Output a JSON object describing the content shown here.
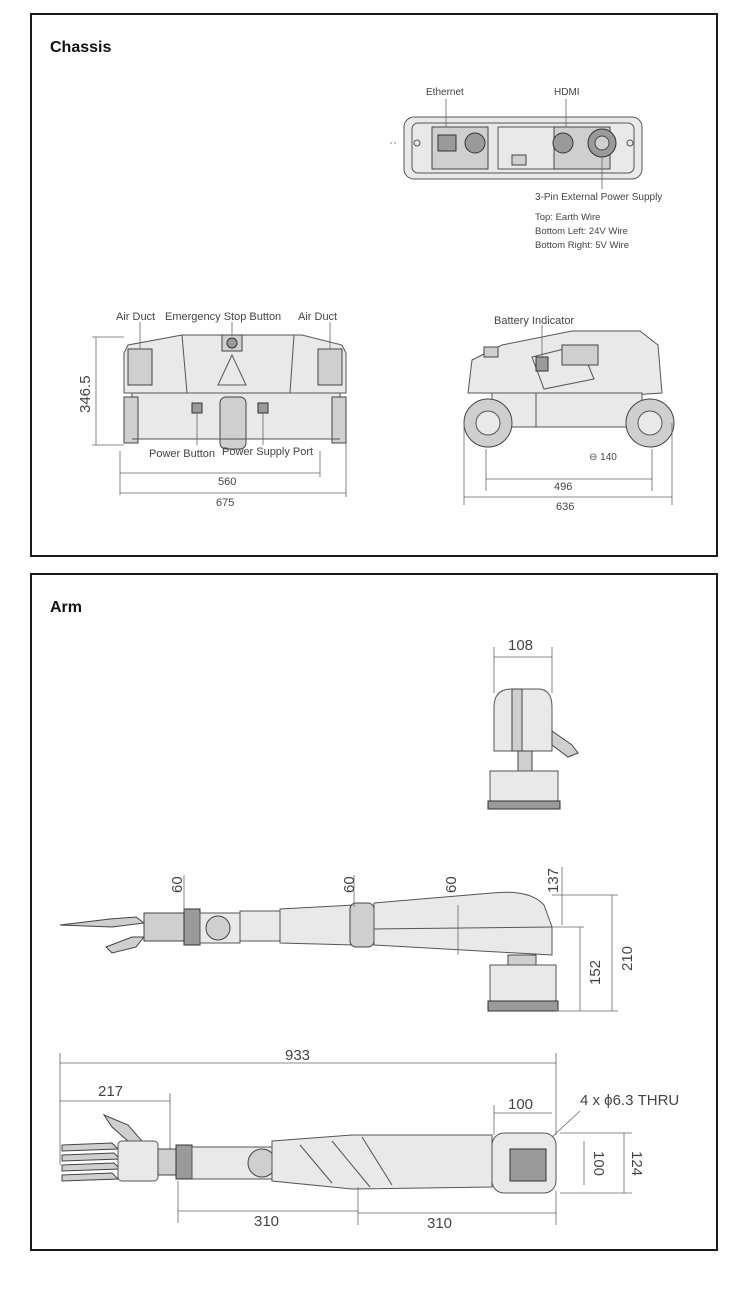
{
  "chassis": {
    "title": "Chassis",
    "rear_labels": {
      "ethernet": "Ethernet",
      "hdmi": "HDMI",
      "power_supply": "3-Pin External Power Supply",
      "wire_top": "Top: Earth Wire",
      "wire_bottom_left": "Bottom Left: 24V Wire",
      "wire_bottom_right": "Bottom Right: 5V Wire"
    },
    "front_labels": {
      "air_duct_left": "Air Duct",
      "emergency_stop": "Emergency Stop Button",
      "air_duct_right": "Air Duct",
      "power_button": "Power Button",
      "power_supply_port": "Power Supply Port"
    },
    "front_dims": {
      "height": "346.5",
      "inner_width": "560",
      "outer_width": "675"
    },
    "side_labels": {
      "battery_indicator": "Battery Indicator"
    },
    "side_dims": {
      "wheel": "⊖ 140",
      "wheelbase": "496",
      "length": "636"
    }
  },
  "arm": {
    "title": "Arm",
    "top_dims": {
      "width": "108"
    },
    "side_dims": {
      "d1": "60",
      "d2": "60",
      "d3": "60",
      "d4": "137",
      "d5": "152",
      "d6": "210"
    },
    "plan_dims": {
      "total": "933",
      "hand": "217",
      "d100": "100",
      "seg1": "310",
      "seg2": "310",
      "h100": "100",
      "h124": "124"
    },
    "thru_note": "4 x ϕ6.3 THRU"
  }
}
